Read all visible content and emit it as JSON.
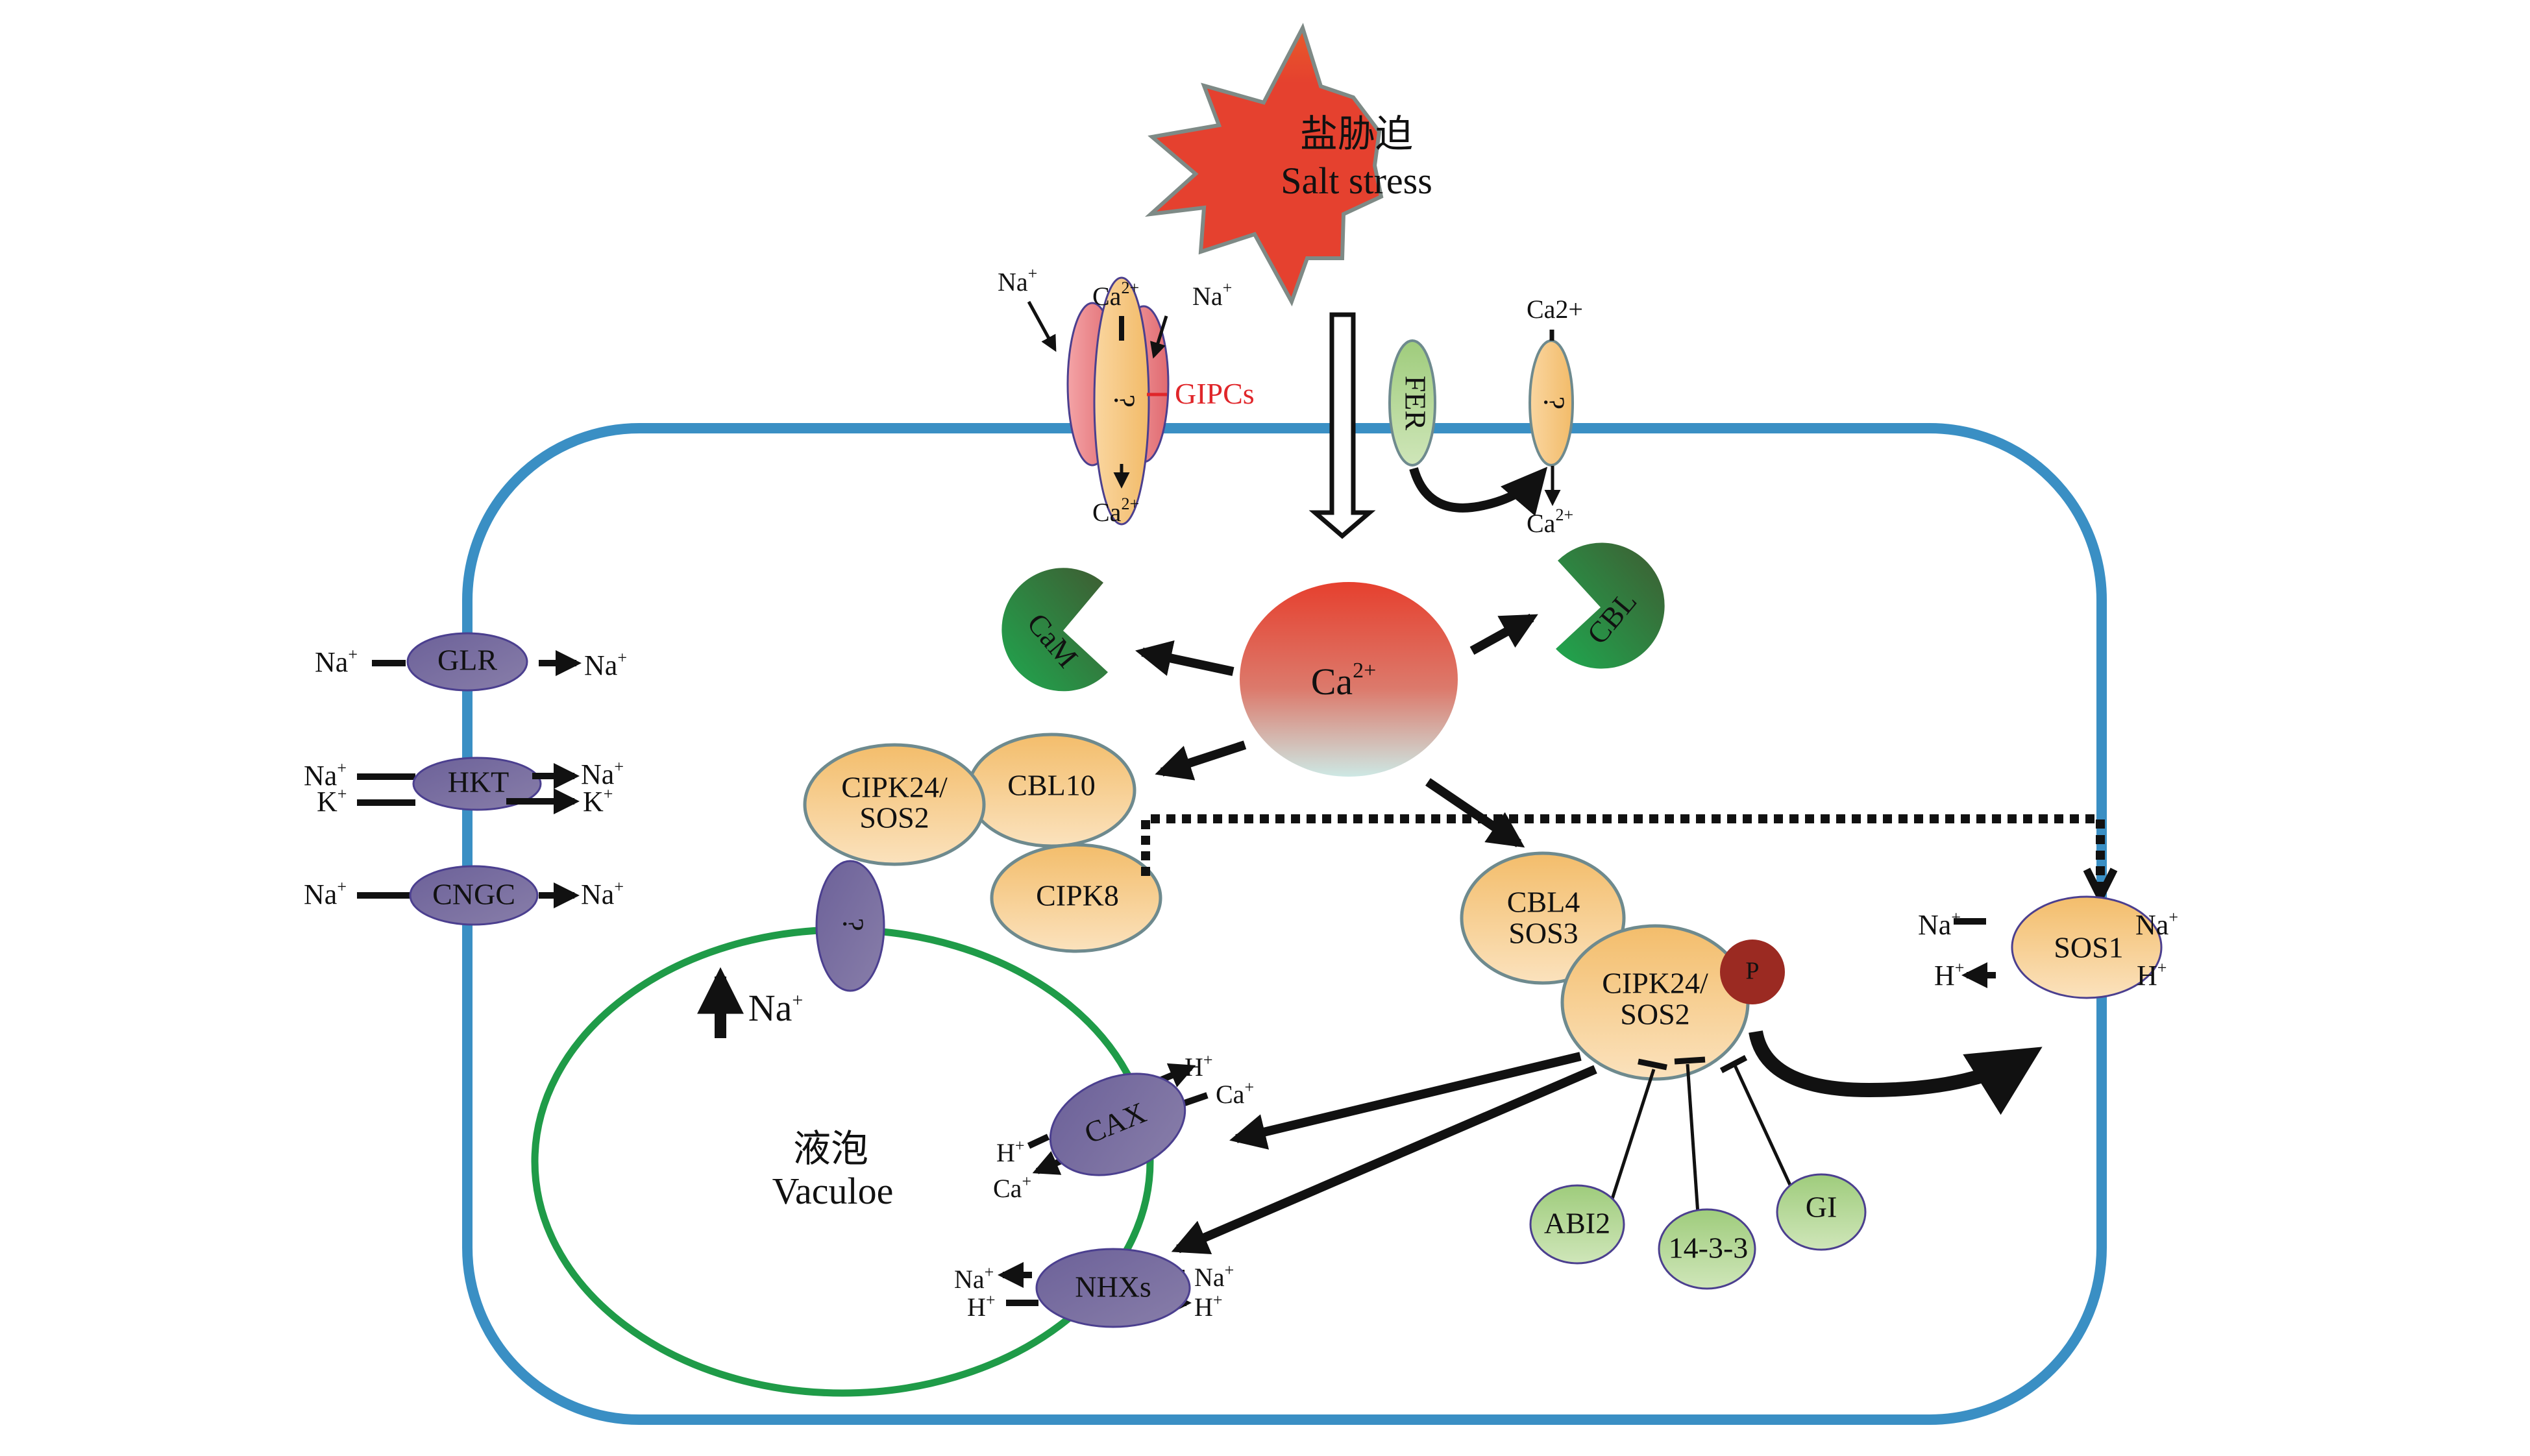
{
  "title": {
    "zh": "盐胁迫",
    "en": "Salt stress"
  },
  "ions": {
    "na": "Na",
    "ca": "Ca",
    "k": "K",
    "h": "H",
    "plus": "+",
    "two_plus": "2+"
  },
  "plasma_membrane_channels": [
    {
      "id": "glr",
      "label": "GLR",
      "in": [
        "Na+"
      ],
      "out": [
        "Na+"
      ]
    },
    {
      "id": "hkt",
      "label": "HKT",
      "in": [
        "Na+",
        "K+"
      ],
      "out": [
        "Na+",
        "K+"
      ]
    },
    {
      "id": "cngc",
      "label": "CNGC",
      "in": [
        "Na+"
      ],
      "out": [
        "Na+"
      ]
    }
  ],
  "top_channel": {
    "label": "?",
    "lipid_label": "GIPCs",
    "inputs": [
      "Na+",
      "Ca2+",
      "Na+"
    ],
    "output": "Ca2+"
  },
  "fer_channel": {
    "receptor_label": "FER",
    "channel_label": "?",
    "input": "Ca2+",
    "output": "Ca2+"
  },
  "calcium": {
    "label": "Ca",
    "charge": "2+"
  },
  "sensors": {
    "cam": "CaM",
    "cbl": "CBL"
  },
  "complex_left": {
    "cipk24": [
      "CIPK24/",
      "SOS2"
    ],
    "cbl10": "CBL10",
    "cipk8": "CIPK8",
    "tonoplast_channel": "?"
  },
  "complex_right": {
    "cbl4": [
      "CBL4",
      "SOS3"
    ],
    "cipk24": [
      "CIPK24/",
      "SOS2"
    ],
    "phospho": "P"
  },
  "regulators": [
    "ABI2",
    "14-3-3",
    "GI"
  ],
  "sos1": {
    "label": "SOS1",
    "left": [
      "Na+",
      "H+"
    ],
    "right": [
      "Na+",
      "H+"
    ]
  },
  "vacuole": {
    "zh": "液泡",
    "en": "Vaculoe",
    "na_up_label": "Na+"
  },
  "cax": {
    "label": "CAX",
    "outside": [
      "H+",
      "Ca+"
    ],
    "inside": [
      "H+",
      "Ca+"
    ]
  },
  "nhxs": {
    "label": "NHXs",
    "inside": [
      "Na+",
      "H+"
    ],
    "outside": [
      "Na+",
      "H+"
    ]
  },
  "colors": {
    "membrane": "#3a8fc4",
    "vacuole": "#1f9b48",
    "star": "#e5412f",
    "gipcs": "#e0262a",
    "phospho": "#9b2a22"
  }
}
